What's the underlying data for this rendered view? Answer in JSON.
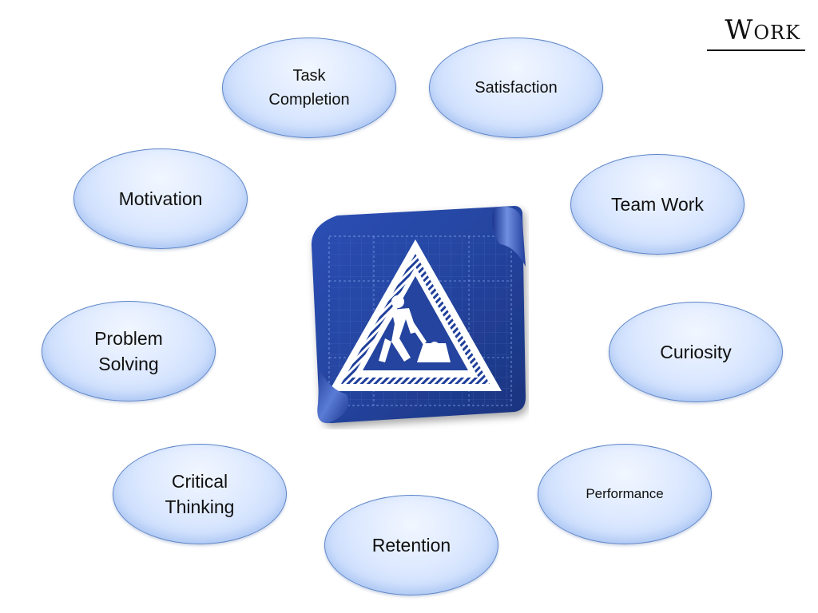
{
  "title": "Work",
  "nodes": {
    "task_completion": "Task\nCompletion",
    "satisfaction": "Satisfaction",
    "motivation": "Motivation",
    "team_work": "Team Work",
    "problem_solving": "Problem\nSolving",
    "curiosity": "Curiosity",
    "critical_thinking": "Critical\nThinking",
    "performance": "Performance",
    "retention": "Retention"
  },
  "center_icon": "men-at-work-warning-icon",
  "colors": {
    "bubble_fill": "#dde9ff",
    "bubble_border": "#5e86c8",
    "blueprint": "#1f3f9a"
  }
}
